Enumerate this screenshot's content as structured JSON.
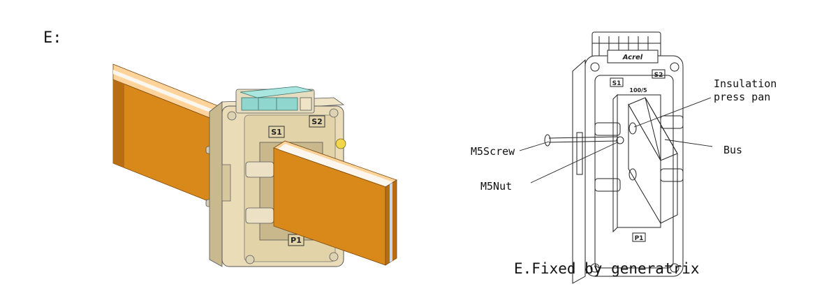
{
  "section_label": "E:",
  "left_view": {
    "terminal_labels": {
      "s1": "S1",
      "s2": "S2",
      "p1": "P1"
    }
  },
  "right_view": {
    "brand_text": "Acrel",
    "ratio_text": "100/5",
    "terminal_labels": {
      "s1": "S1",
      "s2": "S2",
      "p1": "P1"
    },
    "callouts": {
      "insulation_line1": "Insulation",
      "insulation_line2": "press pan",
      "bus": "Bus",
      "screw": "M5Screw",
      "nut": "M5Nut"
    },
    "caption": "E.Fixed by generatrix"
  },
  "colors": {
    "busbar_front": "#d9891a",
    "busbar_top": "#ffd39a",
    "busbar_dark": "#b86d12",
    "busbar_white": "#fbf7ef",
    "ct_body": "#e9dcb6",
    "ct_shadow": "#c9b98e",
    "terminal_block": "#8fd6cf",
    "line": "#222222"
  }
}
